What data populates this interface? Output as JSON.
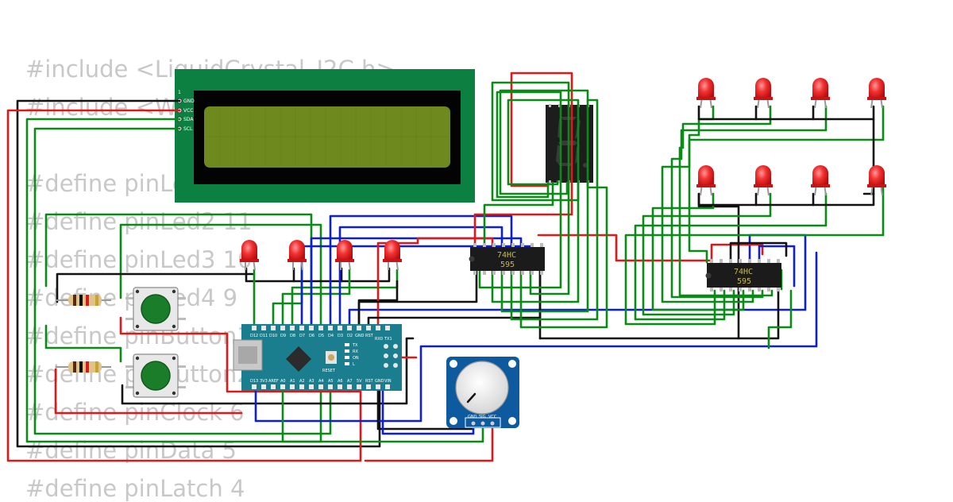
{
  "code_lines": [
    "#include <LiquidCrystal_I2C.h>",
    "#include <Wire.h>",
    "",
    "#define pinLed1 12",
    "#define pinLed2 11",
    "#define pinLed3 10",
    "#define pinLed4 9",
    "#define pinButton1 8",
    "#define pinButton2 7",
    "#define pinClock 6",
    "#define pinData 5",
    "#define pinLatch 4"
  ],
  "lcd": {
    "pins": [
      "GND",
      "VCC",
      "SDA",
      "SCL"
    ],
    "pin1": "1"
  },
  "shift_registers": [
    {
      "line1": "74HC",
      "line2": "595"
    },
    {
      "line1": "74HC",
      "line2": "595"
    }
  ],
  "arduino": {
    "top_pins": [
      "D12",
      "D11",
      "D10",
      "D9",
      "D8",
      "D7",
      "D6",
      "D5",
      "D4",
      "D3",
      "D2",
      "GND",
      "RST",
      "RX0",
      "TX1"
    ],
    "bottom_pins": [
      "D13",
      "3V3",
      "AREF",
      "A0",
      "A1",
      "A2",
      "A3",
      "A4",
      "A5",
      "A6",
      "A7",
      "5V",
      "RST",
      "GND",
      "VIN"
    ],
    "leds": [
      "TX",
      "RX",
      "ON",
      "L"
    ],
    "reset_label": "RESET"
  },
  "potentiometer": {
    "pins": [
      "GND",
      "SIG",
      "VCC"
    ]
  },
  "colors": {
    "wire_green": "#0a8a16",
    "wire_red": "#e01818",
    "wire_blue": "#0c1ed8",
    "wire_black": "#111111",
    "lcd_board": "#0b8040",
    "lcd_screen": "#6e8a1e",
    "arduino_board": "#1a7e8e",
    "pot_board": "#0d5a9e",
    "button_cap": "#1a7d2a"
  }
}
